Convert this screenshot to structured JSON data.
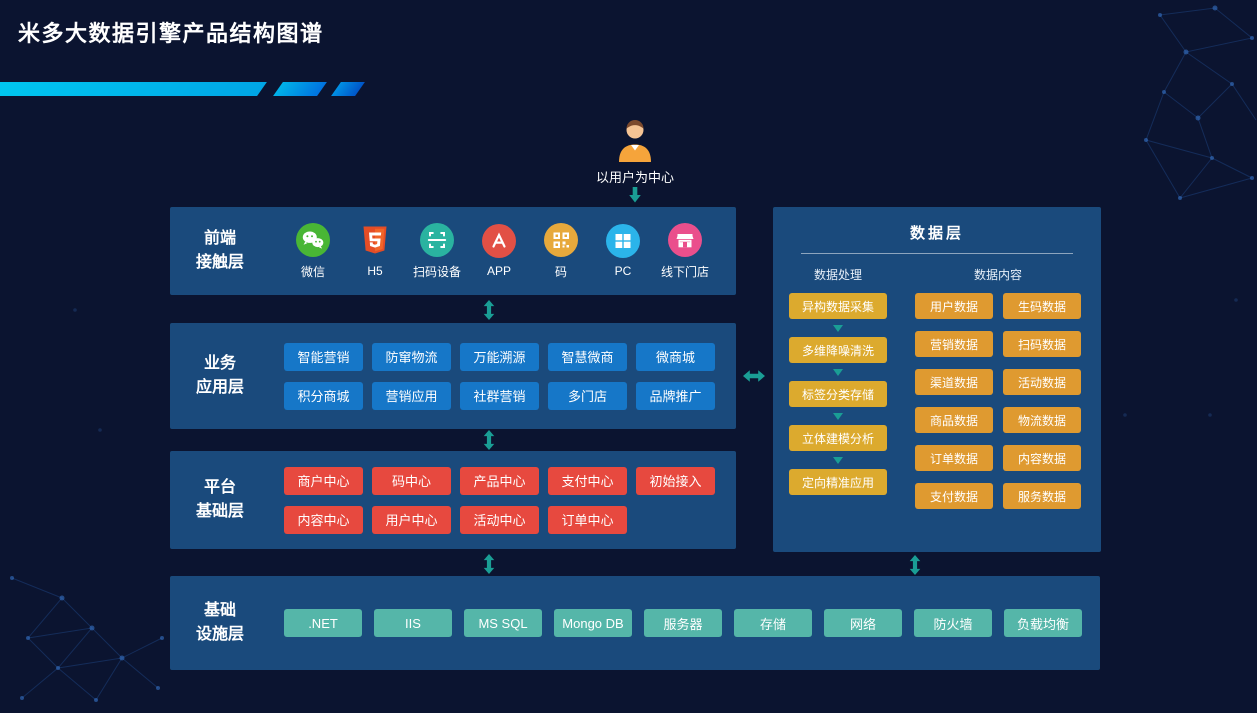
{
  "page": {
    "title": "米多大数据引擎产品结构图谱",
    "center_label": "以用户为中心"
  },
  "layers": {
    "frontend": {
      "label": "前端\n接触层",
      "items": [
        {
          "name": "微信",
          "icon": "wechat-icon",
          "color": "#49b635"
        },
        {
          "name": "H5",
          "icon": "html5-icon",
          "color": "#e44d26"
        },
        {
          "name": "扫码设备",
          "icon": "scan-icon",
          "color": "#2ab3a0"
        },
        {
          "name": "APP",
          "icon": "appstore-icon",
          "color": "#e25045"
        },
        {
          "name": "码",
          "icon": "qrcode-icon",
          "color": "#e7a93c"
        },
        {
          "name": "PC",
          "icon": "windows-icon",
          "color": "#2bb4ea"
        },
        {
          "name": "线下门店",
          "icon": "store-icon",
          "color": "#ea4f8c"
        }
      ]
    },
    "business": {
      "label": "业务\n应用层",
      "items": [
        "智能营销",
        "防窜物流",
        "万能溯源",
        "智慧微商",
        "微商城",
        "积分商城",
        "营销应用",
        "社群营销",
        "多门店",
        "品牌推广"
      ]
    },
    "platform": {
      "label": "平台\n基础层",
      "items": [
        "商户中心",
        "码中心",
        "产品中心",
        "支付中心",
        "初始接入",
        "内容中心",
        "用户中心",
        "活动中心",
        "订单中心"
      ]
    },
    "infrastructure": {
      "label": "基础\n设施层",
      "items": [
        ".NET",
        "IIS",
        "MS SQL",
        "Mongo DB",
        "服务器",
        "存储",
        "网络",
        "防火墙",
        "负载均衡"
      ]
    },
    "data": {
      "title": "数据层",
      "processing": {
        "header": "数据处理",
        "items": [
          "异构数据采集",
          "多维降噪清洗",
          "标签分类存储",
          "立体建模分析",
          "定向精准应用"
        ]
      },
      "content": {
        "header": "数据内容",
        "items": [
          "用户数据",
          "生码数据",
          "营销数据",
          "扫码数据",
          "渠道数据",
          "活动数据",
          "商品数据",
          "物流数据",
          "订单数据",
          "内容数据",
          "支付数据",
          "服务数据"
        ]
      }
    }
  },
  "colors": {
    "bg": "#0b1430",
    "panel": "#1a4a7c",
    "blue": "#1677c8",
    "red": "#e7493f",
    "teal": "#55b6a9",
    "yellow": "#dcaa2e",
    "orange": "#df9a30",
    "arrow": "#1a9e95",
    "accent_cyan": "#00c8f0",
    "accent_blue": "#0072e0"
  }
}
